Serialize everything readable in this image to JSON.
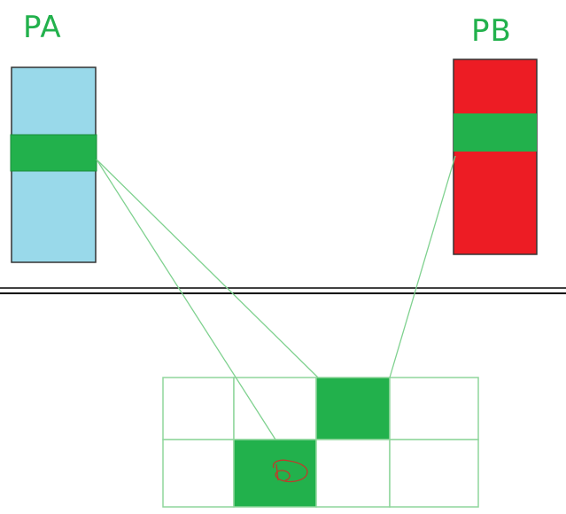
{
  "labels": {
    "pa": "PA",
    "pb": "PB"
  },
  "grid": {
    "rows": 2,
    "cols": 4,
    "highlighted_cells": [
      {
        "row": 0,
        "col": 2
      },
      {
        "row": 1,
        "col": 1
      }
    ]
  },
  "connections": [
    {
      "from": "PA",
      "to_cell": {
        "row": 0,
        "col": 2
      }
    },
    {
      "from": "PA",
      "to_cell": {
        "row": 1,
        "col": 1
      }
    },
    {
      "from": "PB",
      "to_cell": {
        "row": 0,
        "col": 2
      }
    }
  ],
  "colors": {
    "label_text": "#22b14c",
    "pa_fill": "#99d9ea",
    "pb_fill": "#ed1c24",
    "highlight": "#22b14c",
    "connector": "#7fd18f",
    "grid_line": "#8fd69c",
    "separator": "#000000",
    "scribble": "#c0392b"
  }
}
